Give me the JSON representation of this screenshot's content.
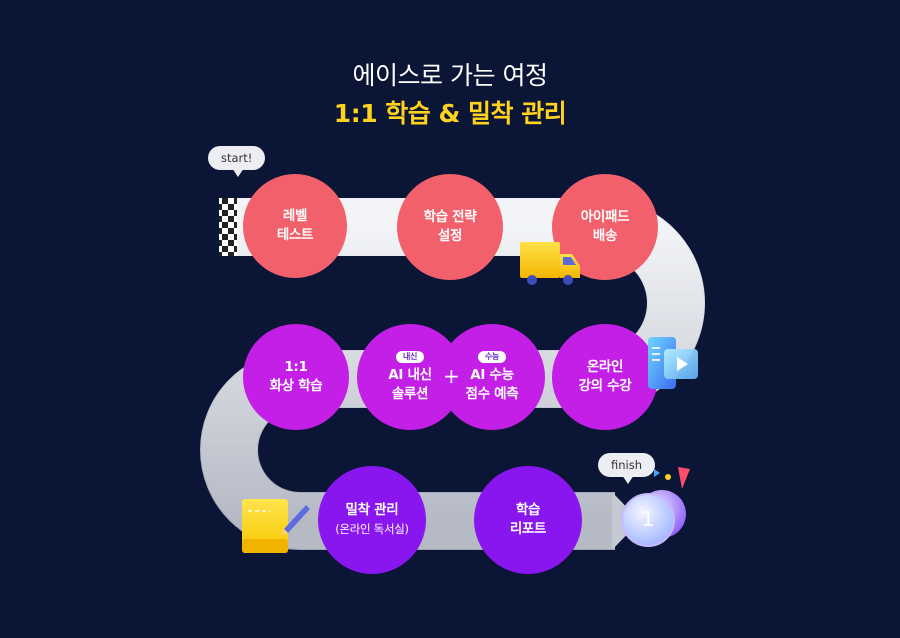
{
  "title": {
    "line1": "에이스로 가는 여정",
    "line2": "1:1 학습 & 밀착 관리"
  },
  "bubbles": {
    "start": "start!",
    "finish": "finish"
  },
  "steps": {
    "level_test": {
      "line1": "레벨",
      "line2": "테스트"
    },
    "strategy": {
      "line1": "학습 전략",
      "line2": "설정"
    },
    "ipad": {
      "line1": "아이패드",
      "line2": "배송"
    },
    "video_class": {
      "line1": "1:1",
      "line2": "화상 학습"
    },
    "ai_naesin": {
      "pill": "내신",
      "line1": "AI 내신",
      "line2": "솔루션"
    },
    "ai_suneung": {
      "pill": "수능",
      "line1": "AI 수능",
      "line2": "점수 예측"
    },
    "online_lecture": {
      "line1": "온라인",
      "line2": "강의 수강"
    },
    "care": {
      "line1": "밀착 관리",
      "line2": "(온라인 독서실)"
    },
    "report": {
      "line1": "학습",
      "line2": "리포트"
    }
  },
  "plus_sign": "+",
  "finish_badge": "1",
  "icons": [
    "checkered-flag-icon",
    "delivery-truck-icon",
    "video-lecture-icon",
    "sticky-note-pencil-icon",
    "medal-icon",
    "confetti-icon"
  ],
  "colors": {
    "background": "#0b1536",
    "title_highlight": "#ffd21e",
    "step_pink": "#f2606b",
    "step_magenta": "#c41fe6",
    "step_purple": "#8a16ef",
    "road": "#c9ccd6"
  }
}
